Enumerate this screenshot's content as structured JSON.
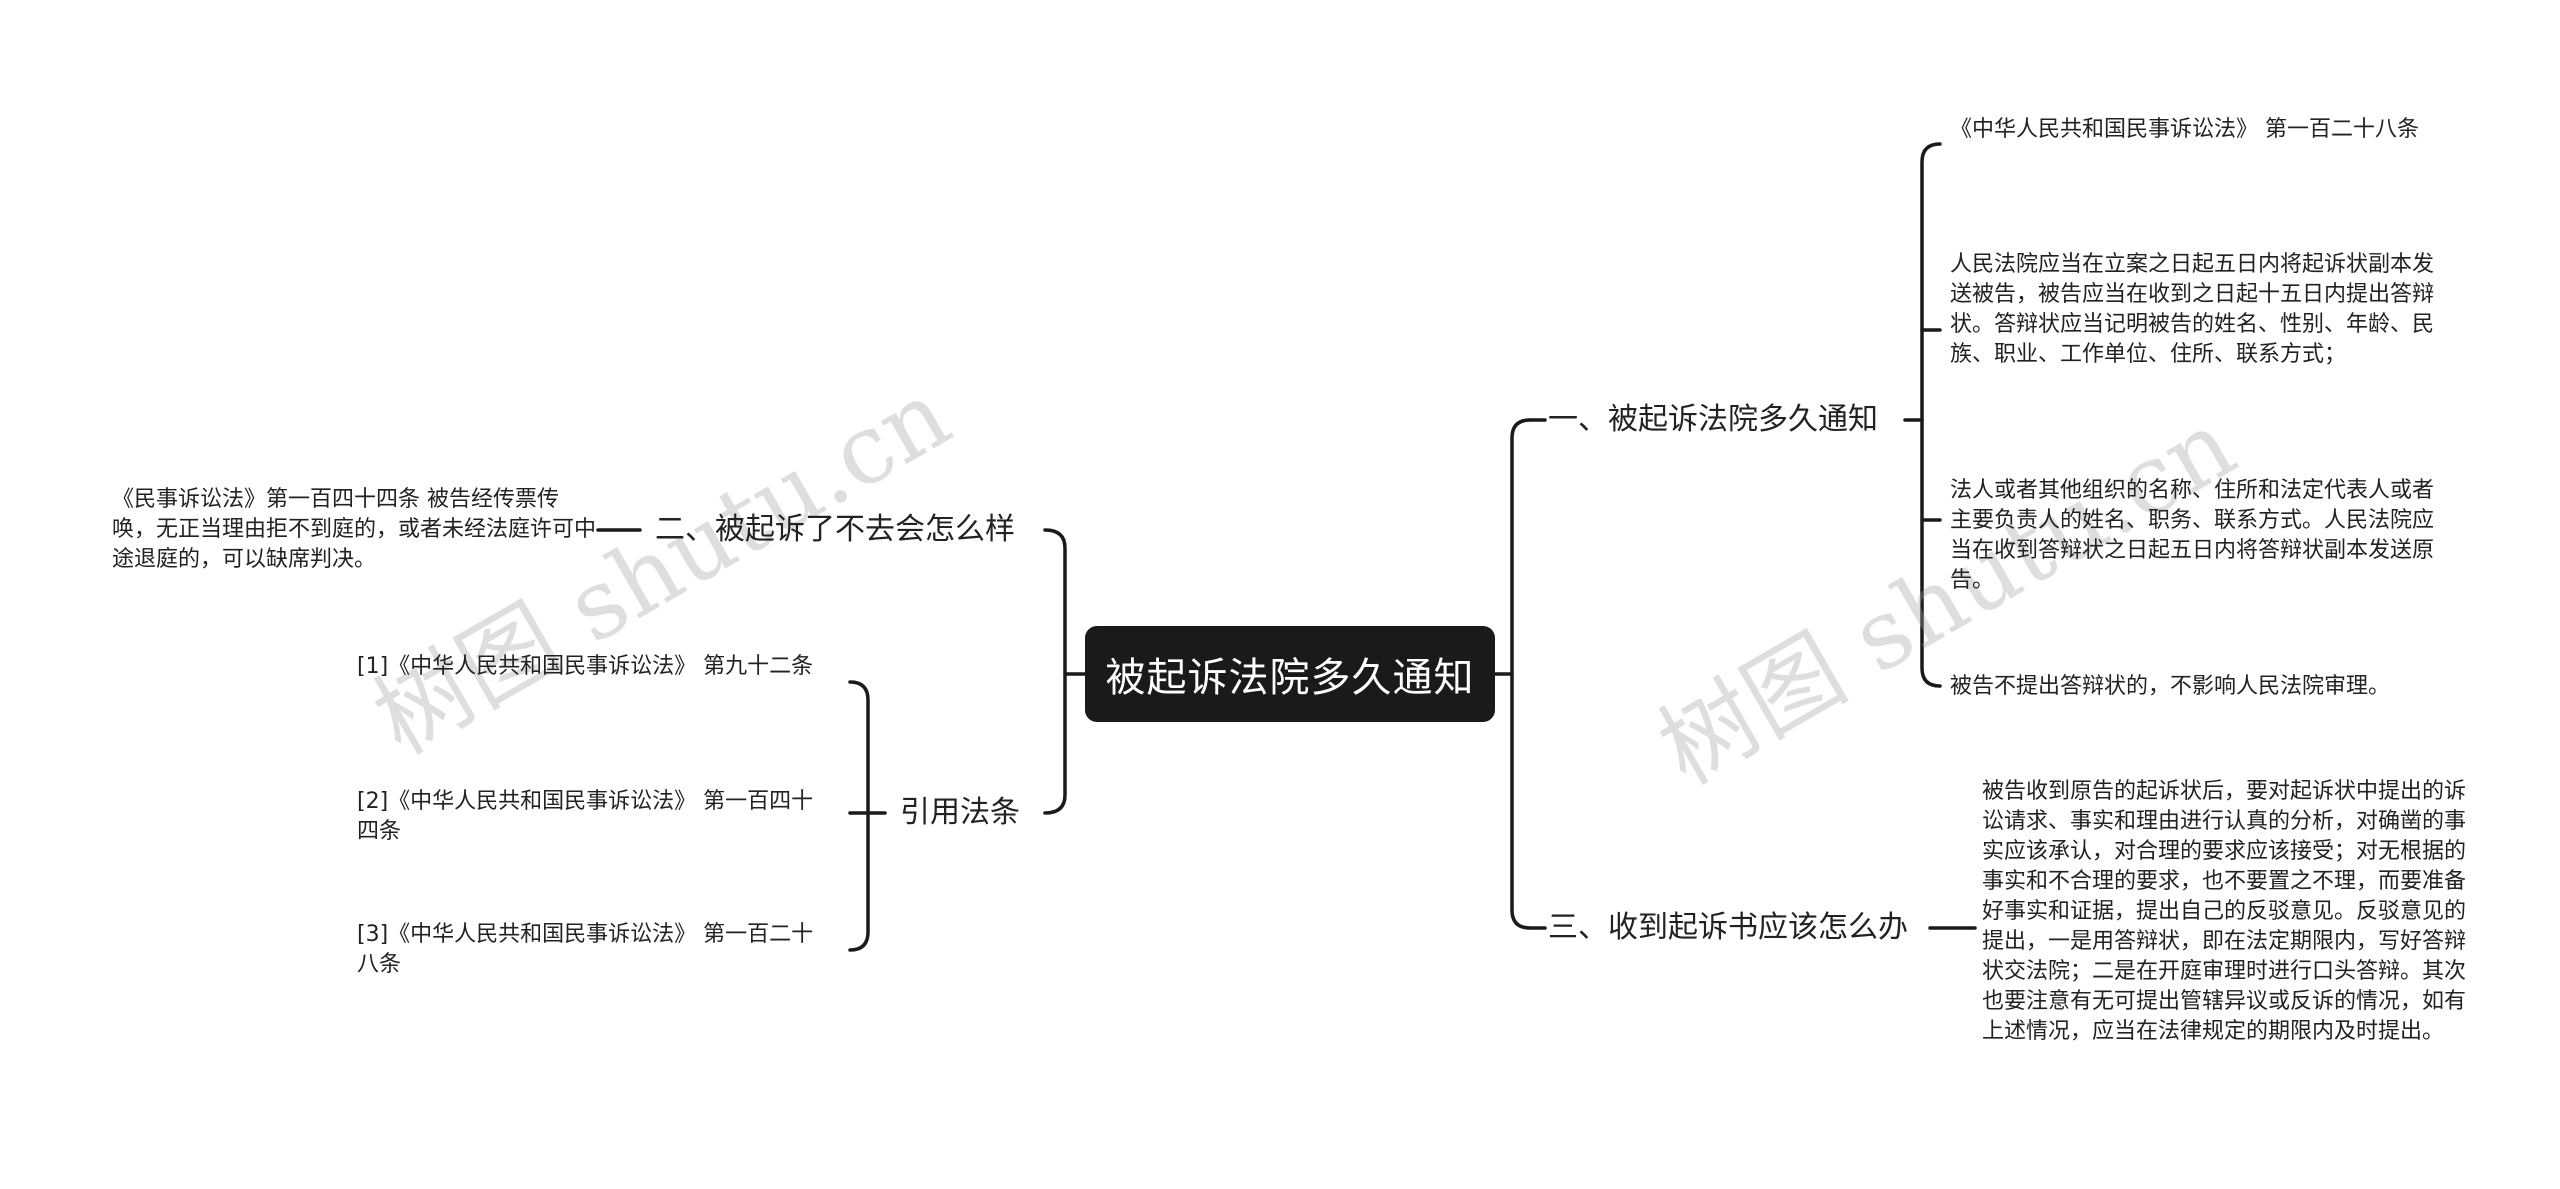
{
  "root": "被起诉法院多久通知",
  "right": {
    "branch1": {
      "label": "一、被起诉法院多久通知",
      "leaves": [
        "《中华人民共和国民事诉讼法》 第一百二十八条",
        "人民法院应当在立案之日起五日内将起诉状副本发送被告，被告应当在收到之日起十五日内提出答辩状。答辩状应当记明被告的姓名、性别、年龄、民族、职业、工作单位、住所、联系方式；",
        "法人或者其他组织的名称、住所和法定代表人或者主要负责人的姓名、职务、联系方式。人民法院应当在收到答辩状之日起五日内将答辩状副本发送原告。",
        "被告不提出答辩状的，不影响人民法院审理。"
      ]
    },
    "branch3": {
      "label": "三、收到起诉书应该怎么办",
      "leaf": "被告收到原告的起诉状后，要对起诉状中提出的诉讼请求、事实和理由进行认真的分析，对确凿的事实应该承认，对合理的要求应该接受；对无根据的事实和不合理的要求，也不要置之不理，而要准备好事实和证据，提出自己的反驳意见。反驳意见的提出，一是用答辩状，即在法定期限内，写好答辩状交法院；二是在开庭审理时进行口头答辩。其次也要注意有无可提出管辖异议或反诉的情况，如有上述情况，应当在法律规定的期限内及时提出。"
    }
  },
  "left": {
    "branch2": {
      "label": "二、被起诉了不去会怎么样",
      "leaf": "《民事诉讼法》第一百四十四条 被告经传票传唤，无正当理由拒不到庭的，或者未经法庭许可中途退庭的，可以缺席判决。"
    },
    "citations": {
      "label": "引用法条",
      "leaves": [
        "[1]《中华人民共和国民事诉讼法》 第九十二条",
        "[2]《中华人民共和国民事诉讼法》 第一百四十四条",
        "[3]《中华人民共和国民事诉讼法》 第一百二十八条"
      ]
    }
  },
  "watermark": "树图 shutu.cn"
}
